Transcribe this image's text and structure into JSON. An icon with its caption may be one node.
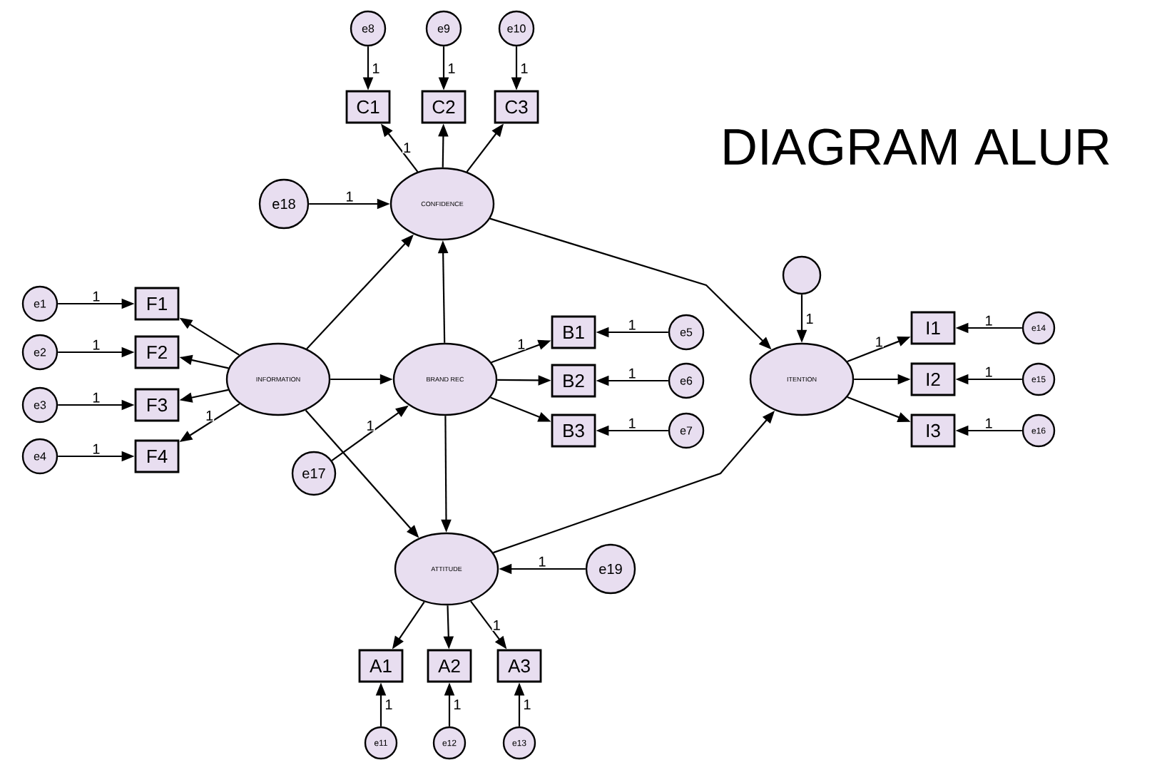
{
  "diagram": {
    "title": "DIAGRAM ALUR",
    "nodes": [
      {
        "text": [
          "e8"
        ]
      },
      {
        "text": [
          "e9"
        ]
      },
      {
        "text": [
          "e10"
        ]
      },
      {
        "text": [
          "C1"
        ]
      },
      {
        "text": [
          "C2"
        ]
      },
      {
        "text": [
          "C3"
        ]
      },
      {
        "text": [
          "e18"
        ]
      },
      {
        "text": [
          "CONFIDENCE"
        ]
      },
      {
        "text": [
          "e1"
        ]
      },
      {
        "text": [
          "F1"
        ]
      },
      {
        "text": [
          "e2"
        ]
      },
      {
        "text": [
          "F2"
        ]
      },
      {
        "text": [
          "e3"
        ]
      },
      {
        "text": [
          "F3"
        ]
      },
      {
        "text": [
          "e4"
        ]
      },
      {
        "text": [
          "F4"
        ]
      },
      {
        "text": [
          "INFORMATION"
        ]
      },
      {
        "text": [
          "BRAND REC"
        ]
      },
      {
        "text": [
          "B1"
        ]
      },
      {
        "text": [
          "e5"
        ]
      },
      {
        "text": [
          "B2"
        ]
      },
      {
        "text": [
          "e6"
        ]
      },
      {
        "text": [
          "B3"
        ]
      },
      {
        "text": [
          "e7"
        ]
      },
      {
        "text": [],
        "shape": "circle"
      },
      {
        "text": [
          "ITENTION"
        ]
      },
      {
        "text": [
          "I1"
        ]
      },
      {
        "text": [
          "e14"
        ]
      },
      {
        "text": [
          "I2"
        ]
      },
      {
        "text": [
          "e15"
        ]
      },
      {
        "text": [
          "I3"
        ]
      },
      {
        "text": [
          "e16"
        ]
      },
      {
        "text": [
          "e17"
        ]
      },
      {
        "text": [
          "ATTITUDE"
        ]
      },
      {
        "text": [
          "e19"
        ]
      },
      {
        "text": [
          "A1"
        ]
      },
      {
        "text": [
          "A2"
        ]
      },
      {
        "text": [
          "A3"
        ]
      },
      {
        "text": [
          "e11"
        ]
      },
      {
        "text": [
          "e12"
        ]
      },
      {
        "text": [
          "e13"
        ]
      }
    ],
    "edges": [
      {
        "from": 0,
        "to": 3,
        "arrow": "to",
        "label": "1"
      },
      {
        "from": 1,
        "to": 4,
        "arrow": "to",
        "label": "1"
      },
      {
        "from": 2,
        "to": 5,
        "arrow": "to",
        "label": "1"
      },
      {
        "from": 7,
        "to": 3,
        "arrow": "to",
        "label": "1"
      },
      {
        "from": 7,
        "to": 4,
        "arrow": "to"
      },
      {
        "from": 7,
        "to": 5,
        "arrow": "to"
      },
      {
        "from": 6,
        "to": 7,
        "arrow": "to",
        "label": "1"
      },
      {
        "from": 16,
        "to": 7,
        "arrow": "to"
      },
      {
        "from": 17,
        "to": 7,
        "arrow": "to"
      },
      {
        "from": 7,
        "to": 25,
        "arrow": "to"
      },
      {
        "from": 8,
        "to": 9,
        "arrow": "to",
        "label": "1"
      },
      {
        "from": 10,
        "to": 11,
        "arrow": "to",
        "label": "1"
      },
      {
        "from": 12,
        "to": 13,
        "arrow": "to",
        "label": "1"
      },
      {
        "from": 14,
        "to": 15,
        "arrow": "to",
        "label": "1"
      },
      {
        "from": 16,
        "to": 9,
        "arrow": "to"
      },
      {
        "from": 16,
        "to": 11,
        "arrow": "to"
      },
      {
        "from": 16,
        "to": 13,
        "arrow": "to"
      },
      {
        "from": 16,
        "to": 15,
        "arrow": "to",
        "label": "1"
      },
      {
        "from": 16,
        "to": 17,
        "arrow": "to"
      },
      {
        "from": 16,
        "to": 33,
        "arrow": "to"
      },
      {
        "from": 32,
        "to": 17,
        "arrow": "to",
        "label": "1"
      },
      {
        "from": 17,
        "to": 18,
        "arrow": "to",
        "label": "1"
      },
      {
        "from": 17,
        "to": 20,
        "arrow": "to"
      },
      {
        "from": 17,
        "to": 22,
        "arrow": "to"
      },
      {
        "from": 19,
        "to": 18,
        "arrow": "to",
        "label": "1"
      },
      {
        "from": 21,
        "to": 20,
        "arrow": "to",
        "label": "1"
      },
      {
        "from": 23,
        "to": 22,
        "arrow": "to",
        "label": "1"
      },
      {
        "from": 17,
        "to": 33,
        "arrow": "to"
      },
      {
        "from": 33,
        "to": 25,
        "arrow": "to"
      },
      {
        "from": 24,
        "to": 25,
        "arrow": "to",
        "label": "1"
      },
      {
        "from": 25,
        "to": 26,
        "arrow": "to",
        "label": "1"
      },
      {
        "from": 25,
        "to": 28,
        "arrow": "to"
      },
      {
        "from": 25,
        "to": 30,
        "arrow": "to"
      },
      {
        "from": 27,
        "to": 26,
        "arrow": "to",
        "label": "1"
      },
      {
        "from": 29,
        "to": 28,
        "arrow": "to",
        "label": "1"
      },
      {
        "from": 31,
        "to": 30,
        "arrow": "to",
        "label": "1"
      },
      {
        "from": 34,
        "to": 33,
        "arrow": "to",
        "label": "1"
      },
      {
        "from": 33,
        "to": 35,
        "arrow": "to"
      },
      {
        "from": 33,
        "to": 36,
        "arrow": "to"
      },
      {
        "from": 33,
        "to": 37,
        "arrow": "to",
        "label": "1"
      },
      {
        "from": 38,
        "to": 35,
        "arrow": "to",
        "label": "1"
      },
      {
        "from": 39,
        "to": 36,
        "arrow": "to",
        "label": "1"
      },
      {
        "from": 40,
        "to": 37,
        "arrow": "to",
        "label": "1"
      }
    ]
  }
}
